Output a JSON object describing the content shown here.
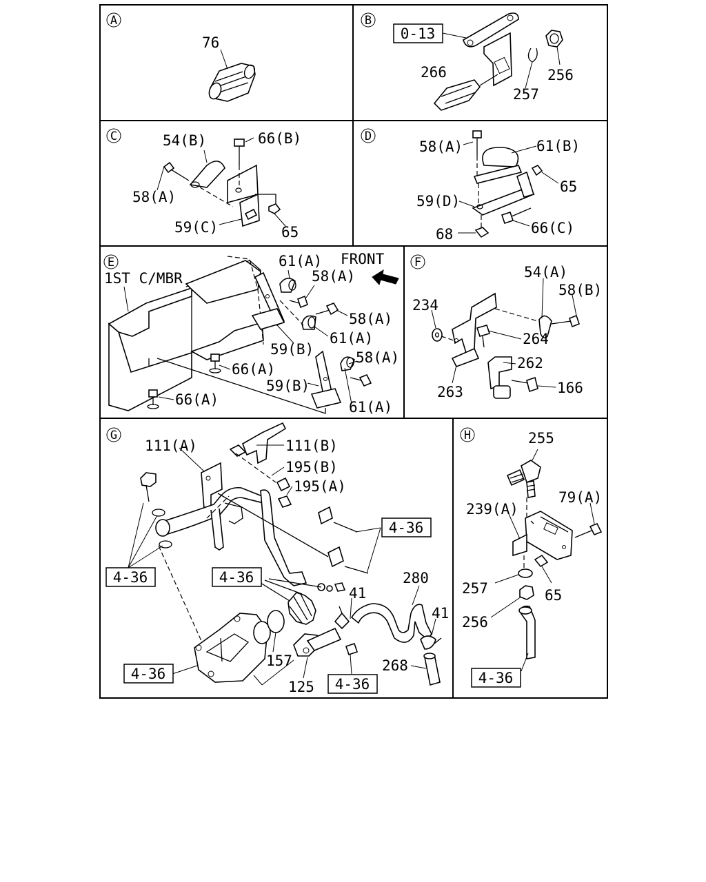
{
  "sections": {
    "A": {
      "letter": "A",
      "labels": {
        "p76": "76"
      }
    },
    "B": {
      "letter": "B",
      "labels": {
        "p266": "266",
        "p257": "257",
        "p256": "256"
      },
      "ref": "0-13"
    },
    "C": {
      "letter": "C",
      "labels": {
        "p54b": "54(B)",
        "p66b": "66(B)",
        "p58a": "58(A)",
        "p59c": "59(C)",
        "p65": "65"
      }
    },
    "D": {
      "letter": "D",
      "labels": {
        "p58a": "58(A)",
        "p61b": "61(B)",
        "p65": "65",
        "p59d": "59(D)",
        "p66c": "66(C)",
        "p68": "68"
      }
    },
    "E": {
      "letter": "E",
      "member": "1ST C/MBR",
      "front": "FRONT",
      "labels": {
        "p61a_1": "61(A)",
        "p58a_1": "58(A)",
        "p58a_2": "58(A)",
        "p61a_2": "61(A)",
        "p59b_1": "59(B)",
        "p66a_1": "66(A)",
        "p58a_3": "58(A)",
        "p59b_2": "59(B)",
        "p61a_3": "61(A)",
        "p66a_2": "66(A)"
      }
    },
    "F": {
      "letter": "F",
      "labels": {
        "p54a": "54(A)",
        "p58b": "58(B)",
        "p234": "234",
        "p264": "264",
        "p262": "262",
        "p263": "263",
        "p166": "166"
      }
    },
    "G": {
      "letter": "G",
      "labels": {
        "p111a": "111(A)",
        "p111b": "111(B)",
        "p195b": "195(B)",
        "p195a": "195(A)",
        "p280": "280",
        "p41_1": "41",
        "p41_2": "41",
        "p157": "157",
        "p268": "268",
        "p125": "125"
      },
      "refs": {
        "r1": "4-36",
        "r2": "4-36",
        "r3": "4-36",
        "r4": "4-36",
        "r5": "4-36"
      }
    },
    "H": {
      "letter": "H",
      "labels": {
        "p255": "255",
        "p239a": "239(A)",
        "p79a": "79(A)",
        "p257": "257",
        "p65": "65",
        "p256": "256"
      },
      "ref": "4-36"
    }
  }
}
